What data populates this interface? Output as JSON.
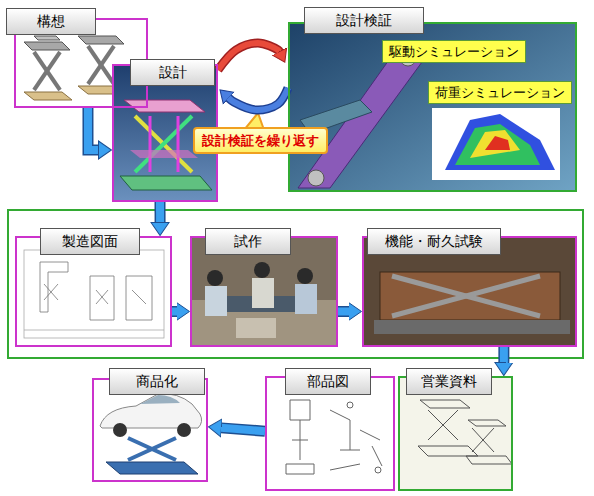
{
  "diagram": {
    "nodes": [
      {
        "text": [
          "構想"
        ]
      },
      {
        "text": [
          "設計"
        ]
      },
      {
        "text": [
          "設計検証"
        ]
      },
      {
        "text": [
          "駆動シミュレーション"
        ],
        "in": 2
      },
      {
        "text": [
          "荷重シミュレーション"
        ],
        "in": 2
      },
      {
        "text": [
          "設計検証を繰り返す"
        ]
      },
      {
        "text": [
          "製造図面"
        ]
      },
      {
        "text": [
          "試作"
        ]
      },
      {
        "text": [
          "機能・耐久試験"
        ]
      },
      {
        "text": [
          "営業資料"
        ]
      },
      {
        "text": [
          "部品図"
        ]
      },
      {
        "text": [
          "商品化"
        ]
      }
    ],
    "edges": [
      {
        "from": 0,
        "to": 1,
        "arrow": "to"
      },
      {
        "from": 1,
        "to": 2,
        "arrow": "both"
      },
      {
        "from": 1,
        "to": 6,
        "arrow": "to"
      },
      {
        "from": 6,
        "to": 7,
        "arrow": "to"
      },
      {
        "from": 7,
        "to": 8,
        "arrow": "to"
      },
      {
        "from": 8,
        "to": 9,
        "arrow": "to"
      },
      {
        "from": 10,
        "to": 11,
        "arrow": "to"
      }
    ]
  }
}
